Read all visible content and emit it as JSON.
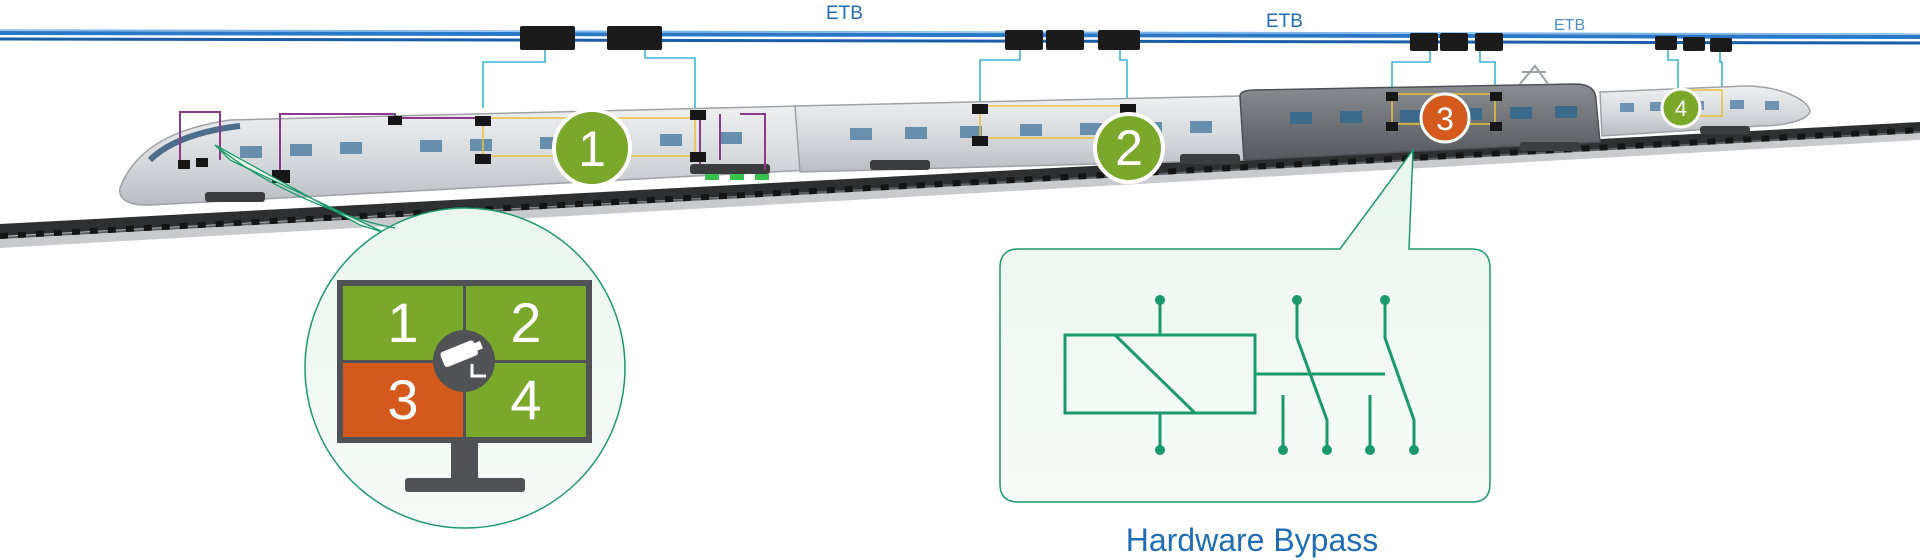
{
  "etb_labels": [
    "ETB",
    "ETB",
    "ETB"
  ],
  "car_badges": [
    {
      "number": "1",
      "color": "#7aa82a"
    },
    {
      "number": "2",
      "color": "#7aa82a"
    },
    {
      "number": "3",
      "color": "#d35a1c"
    },
    {
      "number": "4",
      "color": "#7aa82a"
    }
  ],
  "monitor": {
    "quadrants": [
      {
        "number": "1",
        "color": "#7aa82a"
      },
      {
        "number": "2",
        "color": "#7aa82a"
      },
      {
        "number": "3",
        "color": "#d35a1c"
      },
      {
        "number": "4",
        "color": "#7aa82a"
      }
    ],
    "center_icon": "security-camera-icon"
  },
  "bypass": {
    "caption": "Hardware Bypass",
    "symbol": "relay-switch-icon"
  },
  "colors": {
    "accent_green": "#7aa82a",
    "alert_orange": "#d35a1c",
    "callout_green": "#1a9a6a",
    "etb_blue": "#1f6eb5"
  }
}
